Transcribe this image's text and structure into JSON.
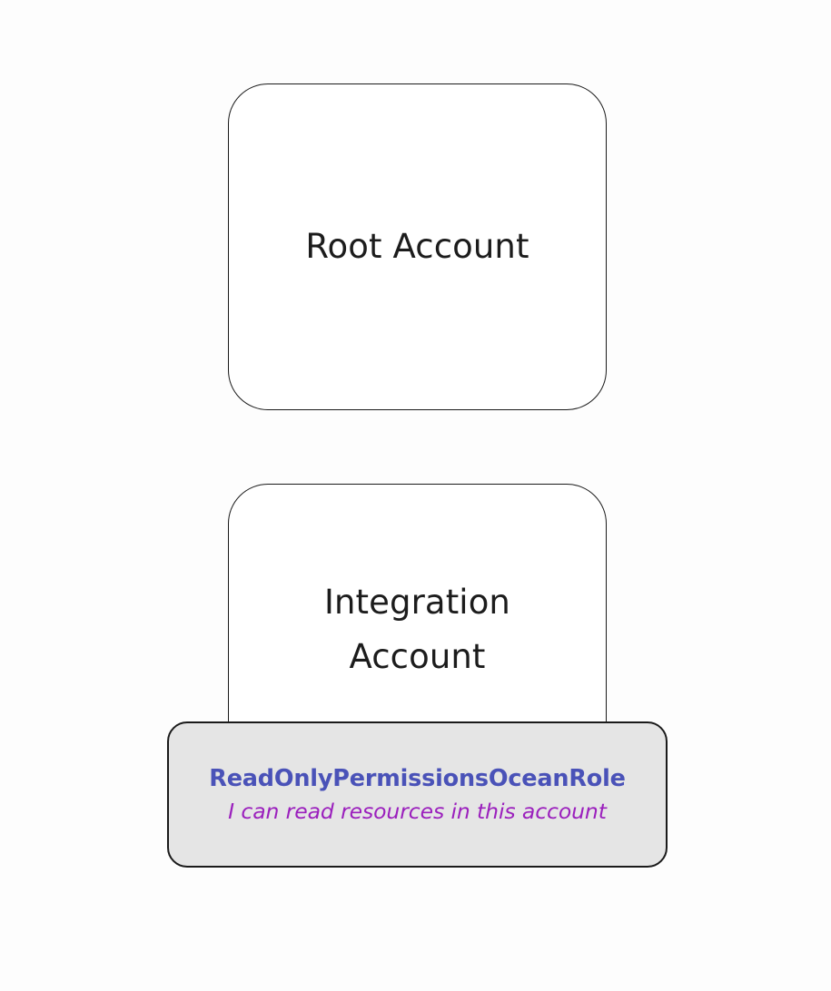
{
  "diagram": {
    "type": "aws-account-hierarchy",
    "background_color": "#fdfdfd",
    "accounts": [
      {
        "id": "root-account",
        "label": "Root Account",
        "fill_color": "#ffffff",
        "border_color": "#1a1a1a"
      },
      {
        "id": "integration-account",
        "label": "Integration\nAccount",
        "fill_color": "#ffffff",
        "border_color": "#1a1a1a"
      }
    ],
    "roles": [
      {
        "id": "readonly-permissions-ocean-role",
        "name": "ReadOnlyPermissionsOceanRole",
        "description": "I can read resources in this account",
        "fill_color": "#e5e5e5",
        "border_color": "#1a1a1a",
        "name_color": "#4a52b8",
        "description_color": "#9b20bd",
        "attached_to": "integration-account"
      }
    ]
  }
}
